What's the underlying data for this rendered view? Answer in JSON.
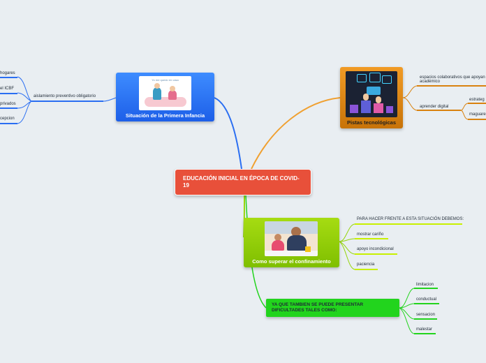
{
  "central": {
    "text": "EDUCACIÓN INICIAL EN ÉPOCA DE COVID-19"
  },
  "branches": {
    "situacion": {
      "title": "Situación de la Primera Infancia",
      "image_caption": "Yo me quedo en casa",
      "children": [
        {
          "label": "aislamiento preventivo obligatorio"
        }
      ],
      "leaves": [
        {
          "label": "hogares"
        },
        {
          "label": "el ICBF"
        },
        {
          "label": "privados"
        },
        {
          "label": "cepcion"
        }
      ]
    },
    "pistas": {
      "title": "Pistas tecnológicas",
      "children": [
        {
          "label": "espacios colaborativos que apoyan"
        },
        {
          "label": "académico"
        },
        {
          "label": "aprender digital"
        }
      ],
      "leaves": [
        {
          "label": "estrateg"
        },
        {
          "label": "maguare"
        }
      ]
    },
    "superar": {
      "title": "Como superar el confinamiento",
      "children": [
        {
          "label": "PARA HACER FRENTE A ESTA SITUACIÓN DEBEMOS:"
        },
        {
          "label": "mostrar cariño"
        },
        {
          "label": "apoyo incondicional"
        },
        {
          "label": "paciencia"
        }
      ]
    },
    "dificultades": {
      "title": "YA QUE TAMBIEN SE PUEDE PRESENTAR DIFICULTADES TALES COMO:",
      "line1": "YA QUE TAMBIEN SE PUEDE PRESENTAR",
      "line2": "DIFICULTADES TALES COMO:",
      "children": [
        {
          "label": "limitacion"
        },
        {
          "label": "conductual"
        },
        {
          "label": "sensacion"
        },
        {
          "label": "malestar"
        }
      ]
    }
  },
  "colors": {
    "background": "#e9eef2",
    "central_fill": "#e8503a",
    "blue": "#2a6ef2",
    "orange": "#d9820f",
    "yellow_green": "#95d40a",
    "green": "#22d41d"
  }
}
